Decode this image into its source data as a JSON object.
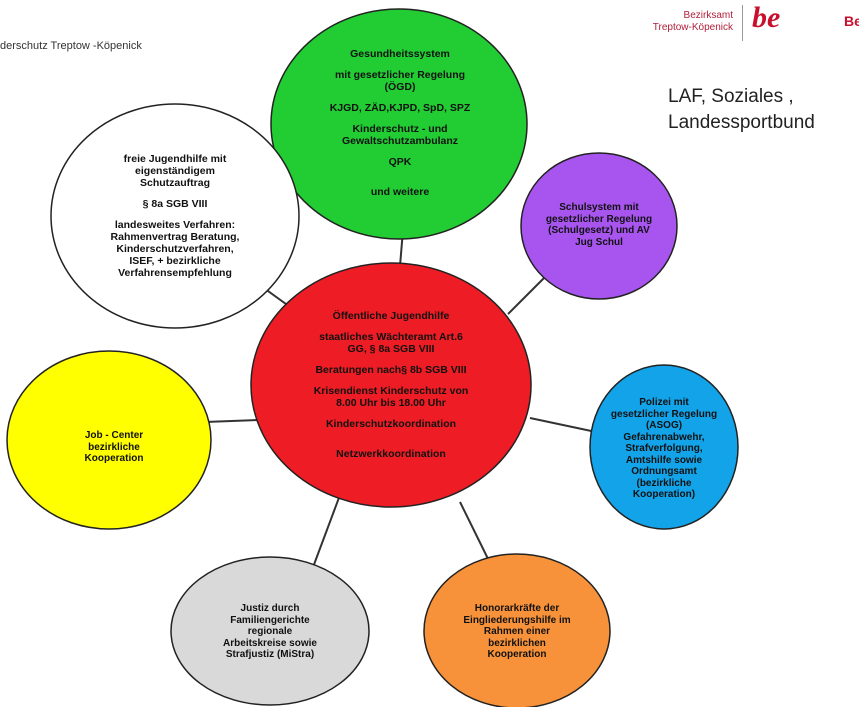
{
  "header": {
    "top_left_text": "derschutz Treptow -Köpenick",
    "logo_district_line1": "Bezirksamt",
    "logo_district_line2": "Treptow-Köpenick",
    "logo_brand": "be",
    "logo_brand_tail": "Be",
    "right_note_line1": "LAF, Soziales ,",
    "right_note_line2": "Landessportbund"
  },
  "center": {
    "color": "#ee1c24",
    "lines": [
      "Öffentliche Jugendhilfe",
      "staatliches Wächteramt Art.6",
      "GG, § 8a SGB VIII",
      "Beratungen nach§ 8b SGB VIII",
      "Krisendienst Kinderschutz von",
      "8.00 Uhr bis 18.00 Uhr",
      "Kinderschutzkoordination",
      "Netzwerkkoordination"
    ]
  },
  "nodes": {
    "health": {
      "color": "#22cc33",
      "lines": [
        "Gesundheitssystem",
        "mit gesetzlicher Regelung",
        "(ÖGD)",
        "KJGD, ZÄD,KJPD, SpD, SPZ",
        "Kinderschutz - und",
        "Gewaltschutzambulanz",
        "QPK",
        "und weitere"
      ]
    },
    "youth": {
      "color": "#ffffff",
      "lines": [
        "freie Jugendhilfe mit",
        "eigenständigem",
        "Schutzauftrag",
        "§ 8a SGB VIII",
        "landesweites Verfahren:",
        "Rahmenvertrag Beratung,",
        "Kinderschutzverfahren,",
        "ISEF, + bezirkliche",
        "Verfahrensempfehlung"
      ]
    },
    "school": {
      "color": "#a855f0",
      "lines": [
        "Schulsystem mit",
        "gesetzlicher Regelung",
        "(Schulgesetz) und AV",
        "Jug Schul"
      ]
    },
    "police": {
      "color": "#13a3e8",
      "lines": [
        "Polizei mit",
        "gesetzlicher Regelung",
        "(ASOG)",
        "Gefahrenabwehr,",
        "Strafverfolgung,",
        "Amtshilfe sowie",
        "Ordnungsamt",
        "(bezirkliche",
        "Kooperation)"
      ]
    },
    "jobcenter": {
      "color": "#ffff00",
      "lines": [
        "Job - Center",
        "bezirkliche",
        "Kooperation"
      ]
    },
    "justice": {
      "color": "#d9d9d9",
      "lines": [
        "Justiz durch",
        "Familiengerichte",
        "regionale",
        "Arbeitskreise sowie",
        "Strafjustiz (MiStra)"
      ]
    },
    "honorary": {
      "color": "#f7923a",
      "lines": [
        "Honorarkräfte der",
        "Eingliederungshilfe im",
        "Rahmen einer",
        "bezirklichen",
        "Kooperation"
      ]
    }
  }
}
